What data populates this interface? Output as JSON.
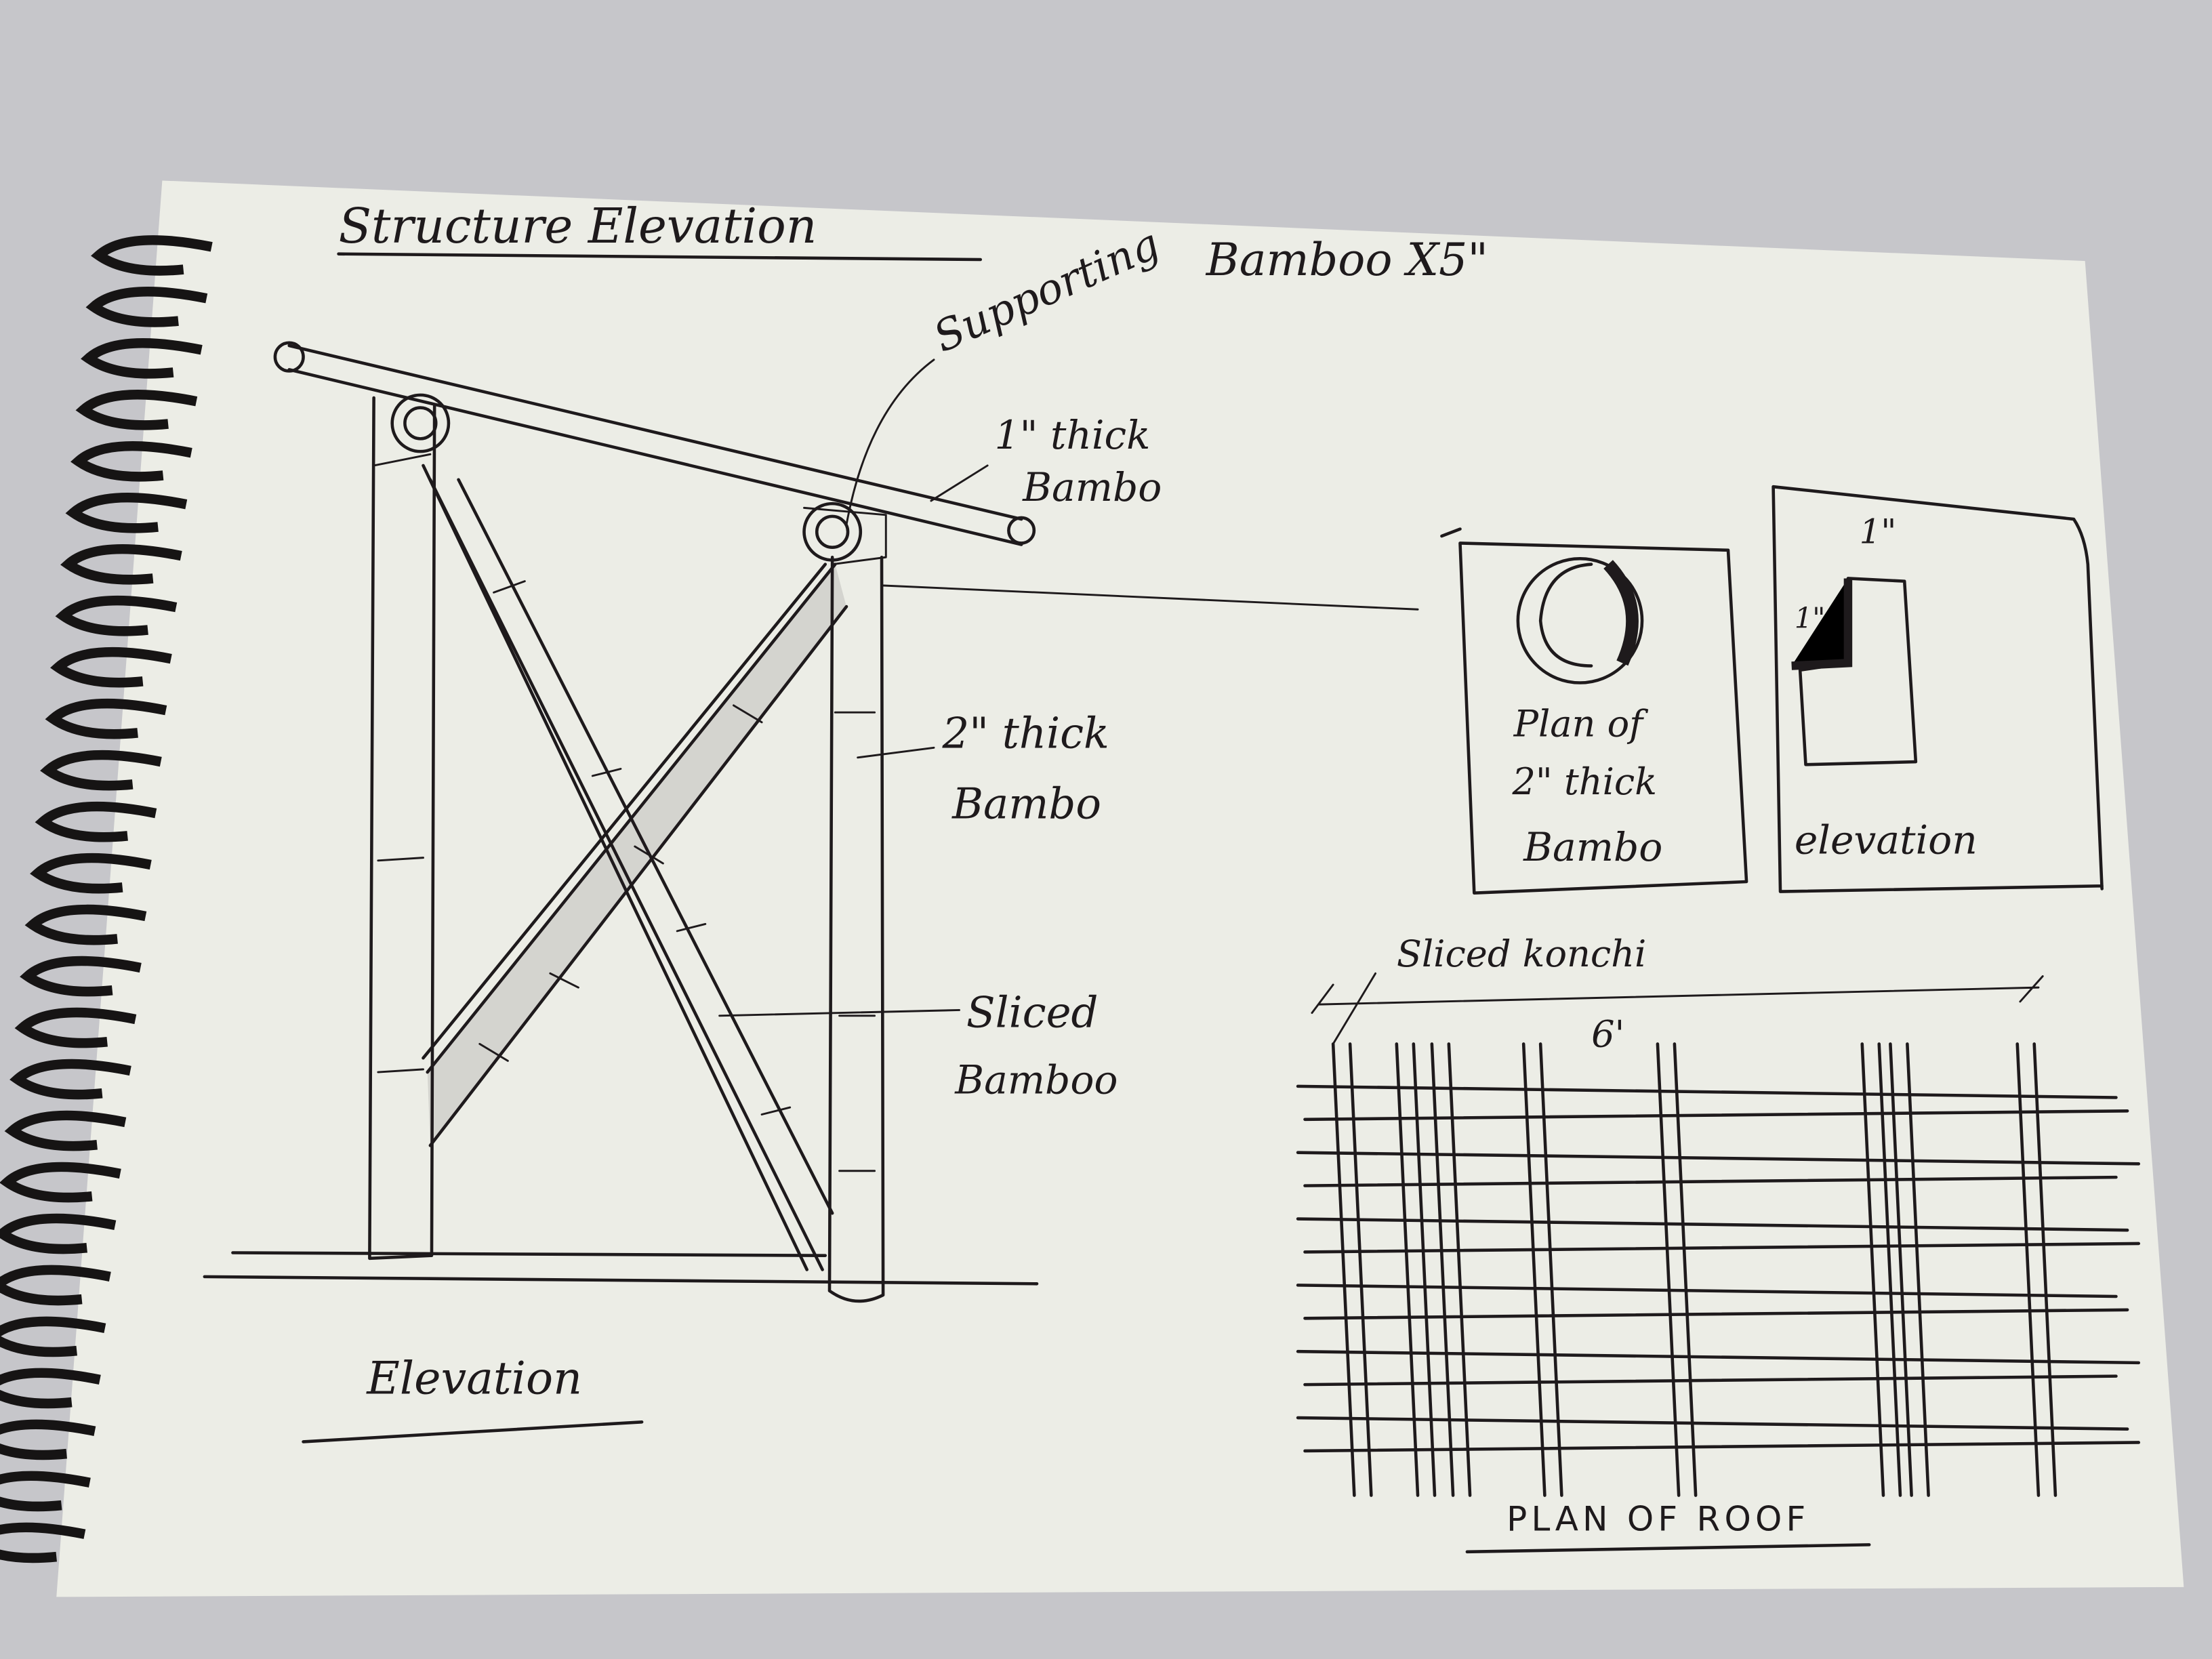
{
  "sketch": {
    "title": "Structure Elevation",
    "supporting_label_1": "Supporting",
    "supporting_label_2": "Bamboo X5\"",
    "thin_bamboo_label_1": "1\" thick",
    "thin_bamboo_label_2": "Bambo",
    "thick_bamboo_label_1": "2\" thick",
    "thick_bamboo_label_2": "Bambo",
    "sliced_label_1": "Sliced",
    "sliced_label_2": "Bamboo",
    "elevation_caption": "Elevation",
    "plan_box": {
      "line1": "Plan of",
      "line2": "2\" thick",
      "line3": "Bambo"
    },
    "detail_box": {
      "dim_top": "1\"",
      "dim_side": "1\"",
      "caption": "elevation"
    },
    "roof": {
      "konchi_label": "Sliced konchi",
      "dimension": "6'",
      "caption": "PLAN OF ROOF"
    }
  },
  "colors": {
    "paper": "#ecede6",
    "ink": "#1e1a1c",
    "fabric": "#c9c9cd"
  }
}
